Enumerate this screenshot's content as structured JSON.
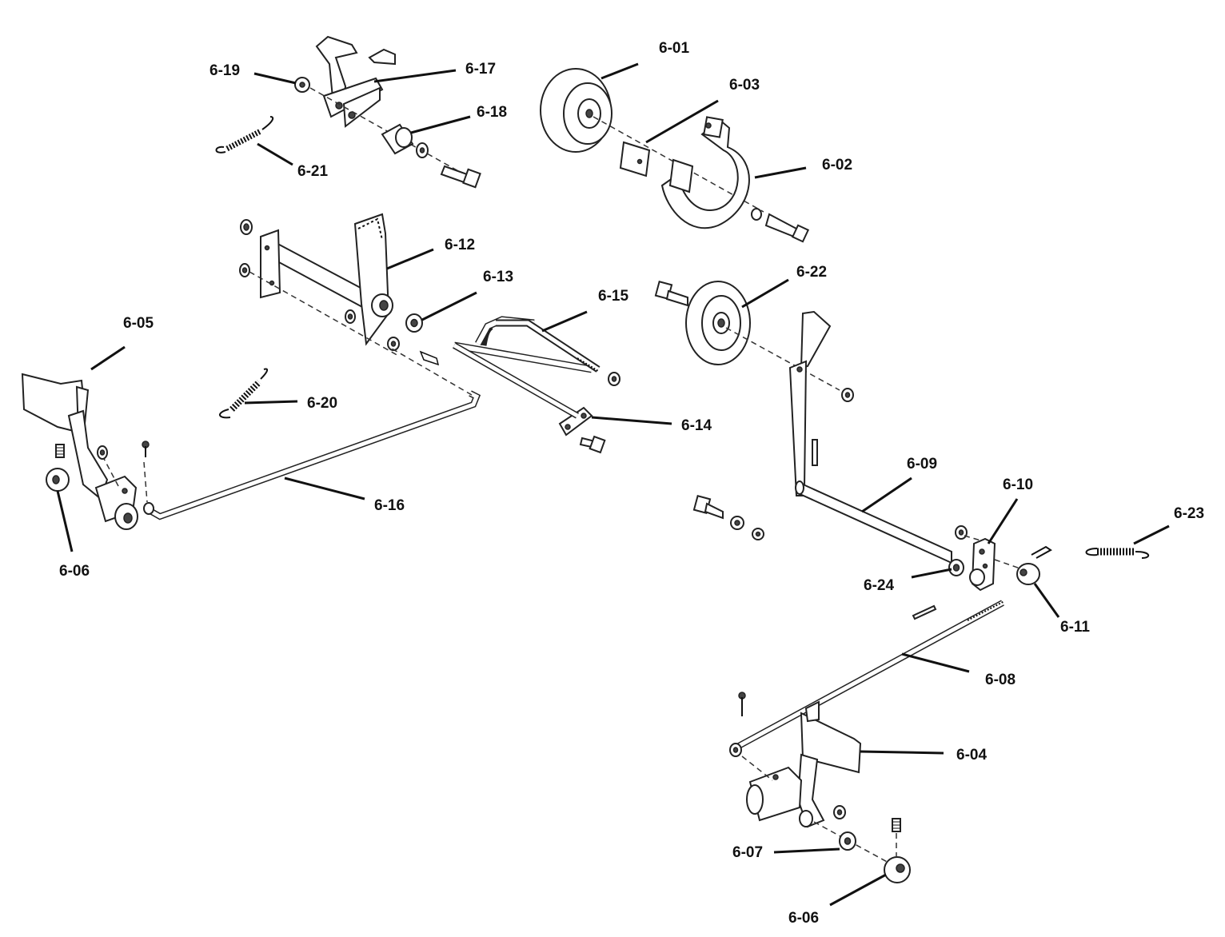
{
  "diagram": {
    "labels": {
      "p601": "6-01",
      "p602": "6-02",
      "p603": "6-03",
      "p604": "6-04",
      "p605": "6-05",
      "p606a": "6-06",
      "p606b": "6-06",
      "p607": "6-07",
      "p608": "6-08",
      "p609": "6-09",
      "p610": "6-10",
      "p611": "6-11",
      "p612": "6-12",
      "p613": "6-13",
      "p614": "6-14",
      "p615": "6-15",
      "p616": "6-16",
      "p617": "6-17",
      "p618": "6-18",
      "p619": "6-19",
      "p620": "6-20",
      "p621": "6-21",
      "p622": "6-22",
      "p623": "6-23",
      "p624": "6-24"
    }
  }
}
